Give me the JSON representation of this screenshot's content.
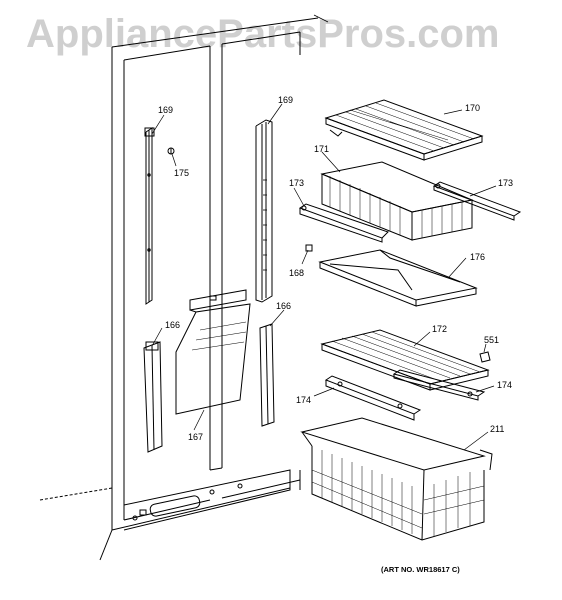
{
  "watermark": "AppliancePartsPros.com",
  "art_number": "(ART NO. WR18617 C)",
  "callouts": {
    "c169_left": "169",
    "c169_right": "169",
    "c170": "170",
    "c171": "171",
    "c173_left": "173",
    "c173_right": "173",
    "c175": "175",
    "c168": "168",
    "c176": "176",
    "c166_left": "166",
    "c166_right": "166",
    "c167": "167",
    "c172": "172",
    "c551": "551",
    "c174_left": "174",
    "c174_right": "174",
    "c211": "211"
  }
}
